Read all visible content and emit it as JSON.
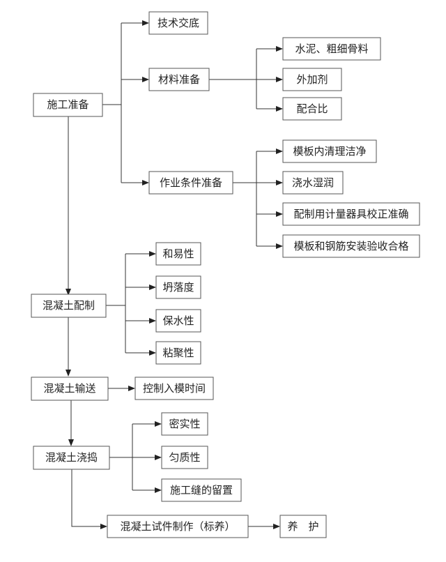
{
  "nodes": {
    "prep": "施工准备",
    "tech_briefing": "技术交底",
    "material_prep": "材料准备",
    "cement_aggregate": "水泥、粗细骨料",
    "admixture": "外加剂",
    "mix_ratio": "配合比",
    "work_conditions": "作业条件准备",
    "formwork_cleaning": "模板内清理洁净",
    "water_wetting": "浇水湿润",
    "metering_calibration": "配制用计量器具校正准确",
    "formwork_rebar_acceptance": "模板和钢筋安装验收合格",
    "mixing": "混凝土配制",
    "workability": "和易性",
    "slump": "坍落度",
    "water_retention": "保水性",
    "cohesiveness": "粘聚性",
    "transport": "混凝土输送",
    "control_time": "控制入模时间",
    "pouring": "混凝土浇捣",
    "compactness": "密实性",
    "uniformity": "匀质性",
    "joint_placement": "施工缝的留置",
    "specimens": "混凝土试件制作（标养）",
    "curing": "养　护"
  }
}
